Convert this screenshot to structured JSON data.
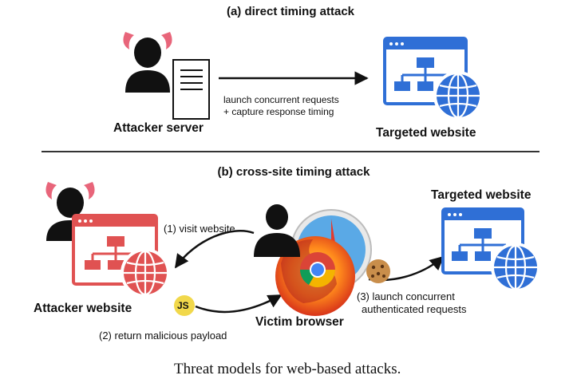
{
  "panel_a": {
    "title": "(a) direct timing attack",
    "attacker_label": "Attacker server",
    "arrow_line1": "launch concurrent requests",
    "arrow_line2": "+ capture response timing",
    "target_label": "Targeted website"
  },
  "panel_b": {
    "title": "(b) cross-site timing attack",
    "target_label": "Targeted website",
    "attacker_label": "Attacker website",
    "victim_label": "Victim browser",
    "step1": "(1) visit website",
    "step2": "(2) return malicious payload",
    "step3_line1": "(3) launch concurrent",
    "step3_line2": "authenticated requests",
    "js_badge": "JS"
  },
  "caption": "Threat models for web-based attacks.",
  "colors": {
    "target_blue": "#2f6fd6",
    "attacker_red": "#e05252",
    "devil_horn": "#e8657a",
    "js_yellow": "#f1d84b"
  }
}
